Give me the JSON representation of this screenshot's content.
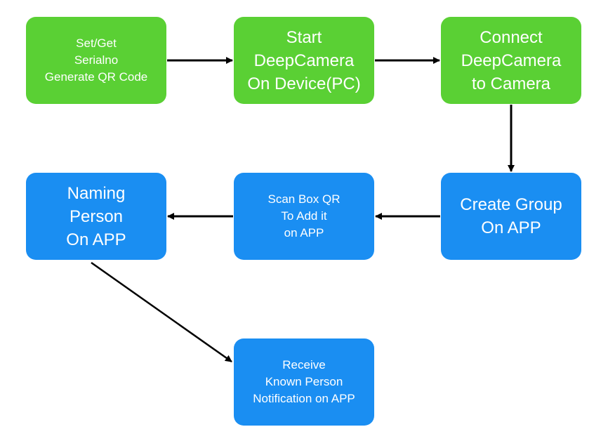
{
  "nodes": {
    "n1": {
      "lines": [
        "Set/Get",
        "Serialno",
        "Generate QR Code"
      ],
      "color": "#5ad034"
    },
    "n2": {
      "lines": [
        "Start",
        "DeepCamera",
        "On Device(PC)"
      ],
      "color": "#5ad034"
    },
    "n3": {
      "lines": [
        "Connect",
        "DeepCamera",
        "to Camera"
      ],
      "color": "#5ad034"
    },
    "n4": {
      "lines": [
        "Create Group",
        "On APP"
      ],
      "color": "#1a8ef2"
    },
    "n5": {
      "lines": [
        "Scan Box QR",
        "To Add it",
        "on APP"
      ],
      "color": "#1a8ef2"
    },
    "n6": {
      "lines": [
        "Naming",
        "Person",
        "On APP"
      ],
      "color": "#1a8ef2"
    },
    "n7": {
      "lines": [
        "Receive",
        "Known Person",
        "Notification on APP"
      ],
      "color": "#1a8ef2"
    }
  },
  "edges": [
    {
      "from": "n1",
      "to": "n2"
    },
    {
      "from": "n2",
      "to": "n3"
    },
    {
      "from": "n3",
      "to": "n4"
    },
    {
      "from": "n4",
      "to": "n5"
    },
    {
      "from": "n5",
      "to": "n6"
    },
    {
      "from": "n6",
      "to": "n7"
    }
  ]
}
